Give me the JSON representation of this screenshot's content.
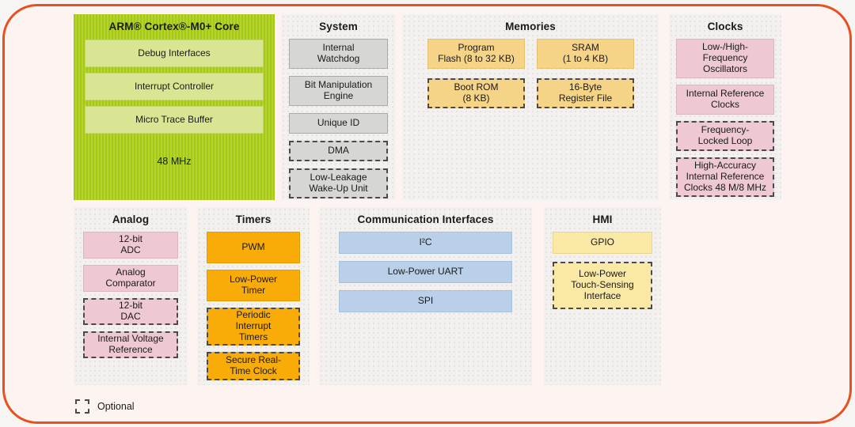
{
  "palette": {
    "frame_border": "#E8511D",
    "page_bg": "#FDF3F1",
    "panel_bg": "#F2F1EF",
    "core_green": "#ABCC20",
    "core_sub_green": "#D9E593",
    "gray": "#D6D7D5",
    "tan": "#F5D488",
    "pink": "#EEC9D3",
    "orange": "#F9AC07",
    "blue": "#B9D0E8",
    "yellow": "#FAE9A4",
    "text": "#1A1A1A"
  },
  "panels": [
    {
      "id": "core",
      "title": "ARM® Cortex®-M0+ Core",
      "footer": "48 MHz",
      "blocks": [
        {
          "label": "Debug Interfaces",
          "optional": false
        },
        {
          "label": "Interrupt Controller",
          "optional": false
        },
        {
          "label": "Micro Trace Buffer",
          "optional": false
        }
      ]
    },
    {
      "id": "system",
      "title": "System",
      "blocks": [
        {
          "label": "Internal\nWatchdog",
          "optional": false
        },
        {
          "label": "Bit Manipulation\nEngine",
          "optional": false
        },
        {
          "label": "Unique ID",
          "optional": false
        },
        {
          "label": "DMA",
          "optional": true
        },
        {
          "label": "Low-Leakage\nWake-Up Unit",
          "optional": true
        }
      ]
    },
    {
      "id": "memories",
      "title": "Memories",
      "blocks": [
        {
          "label": "Program\nFlash (8 to 32 KB)",
          "optional": false
        },
        {
          "label": "SRAM\n(1 to 4 KB)",
          "optional": false
        },
        {
          "label": "Boot ROM\n(8 KB)",
          "optional": true
        },
        {
          "label": "16-Byte\nRegister File",
          "optional": true
        }
      ]
    },
    {
      "id": "clocks",
      "title": "Clocks",
      "blocks": [
        {
          "label": "Low-/High-\nFrequency\nOscillators",
          "optional": false
        },
        {
          "label": "Internal Reference\nClocks",
          "optional": false
        },
        {
          "label": "Frequency-\nLocked Loop",
          "optional": true
        },
        {
          "label": "High-Accuracy\nInternal Reference\nClocks 48 M/8 MHz",
          "optional": true
        }
      ]
    },
    {
      "id": "analog",
      "title": "Analog",
      "blocks": [
        {
          "label": "12-bit\nADC",
          "optional": false
        },
        {
          "label": "Analog\nComparator",
          "optional": false
        },
        {
          "label": "12-bit\nDAC",
          "optional": true
        },
        {
          "label": "Internal Voltage\nReference",
          "optional": true
        }
      ]
    },
    {
      "id": "timers",
      "title": "Timers",
      "blocks": [
        {
          "label": "PWM",
          "optional": false
        },
        {
          "label": "Low-Power\nTimer",
          "optional": false
        },
        {
          "label": "Periodic\nInterrupt\nTimers",
          "optional": true
        },
        {
          "label": "Secure Real-\nTime Clock",
          "optional": true
        }
      ]
    },
    {
      "id": "communication",
      "title": "Communication Interfaces",
      "blocks": [
        {
          "label": "I²C",
          "optional": false
        },
        {
          "label": "Low-Power UART",
          "optional": false
        },
        {
          "label": "SPI",
          "optional": false
        }
      ]
    },
    {
      "id": "hmi",
      "title": "HMI",
      "blocks": [
        {
          "label": "GPIO",
          "optional": false
        },
        {
          "label": "Low-Power\nTouch-Sensing\nInterface",
          "optional": true
        }
      ]
    }
  ],
  "legend": {
    "label": "Optional"
  }
}
